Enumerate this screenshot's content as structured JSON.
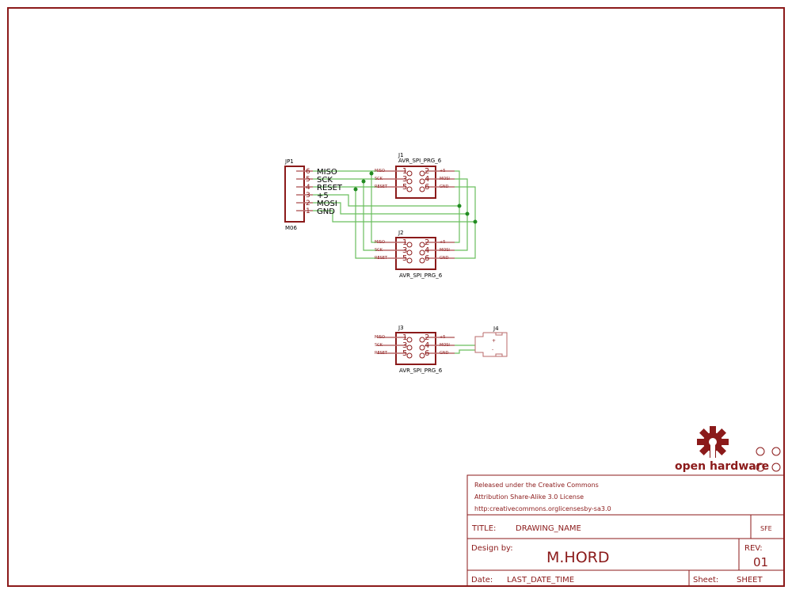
{
  "jp1": {
    "name": "JP1",
    "value": "M06",
    "pins": [
      {
        "num": "6",
        "label": "MISO"
      },
      {
        "num": "5",
        "label": "SCK"
      },
      {
        "num": "4",
        "label": "RESET"
      },
      {
        "num": "3",
        "label": "+5"
      },
      {
        "num": "2",
        "label": "MOSI"
      },
      {
        "num": "1",
        "label": "GND"
      }
    ]
  },
  "avr": {
    "left": [
      "MISO",
      "SCK",
      "RESET"
    ],
    "right": [
      "+5",
      "MOSI",
      "GND"
    ],
    "left_nums": [
      "1",
      "3",
      "5"
    ],
    "right_nums": [
      "2",
      "4",
      "6"
    ]
  },
  "j1": {
    "name": "J1",
    "value": "AVR_SPI_PRG_6"
  },
  "j2": {
    "name": "J2",
    "value": "AVR_SPI_PRG_6"
  },
  "j3": {
    "name": "J3",
    "value": "AVR_SPI_PRG_6"
  },
  "j4": {
    "name": "J4",
    "plus": "+",
    "minus": "-"
  },
  "logo": {
    "text": "open hardware"
  },
  "title_block": {
    "license1": "Released under the Creative Commons",
    "license2": "Attribution Share-Alike 3.0 License",
    "license3": "http:creativecommons.orglicensesby-sa3.0",
    "title_label": "TITLE:",
    "title": "DRAWING_NAME",
    "company": "SFE",
    "design_label": "Design by:",
    "designer": "M.HORD",
    "rev_label": "REV:",
    "rev": "01",
    "date_label": "Date:",
    "date": "LAST_DATE_TIME",
    "sheet_label": "Sheet:",
    "sheet": "SHEET"
  },
  "colors": {
    "symbol": "#8b1a1a",
    "wire": "#6abf5e",
    "junction": "#228b22"
  }
}
